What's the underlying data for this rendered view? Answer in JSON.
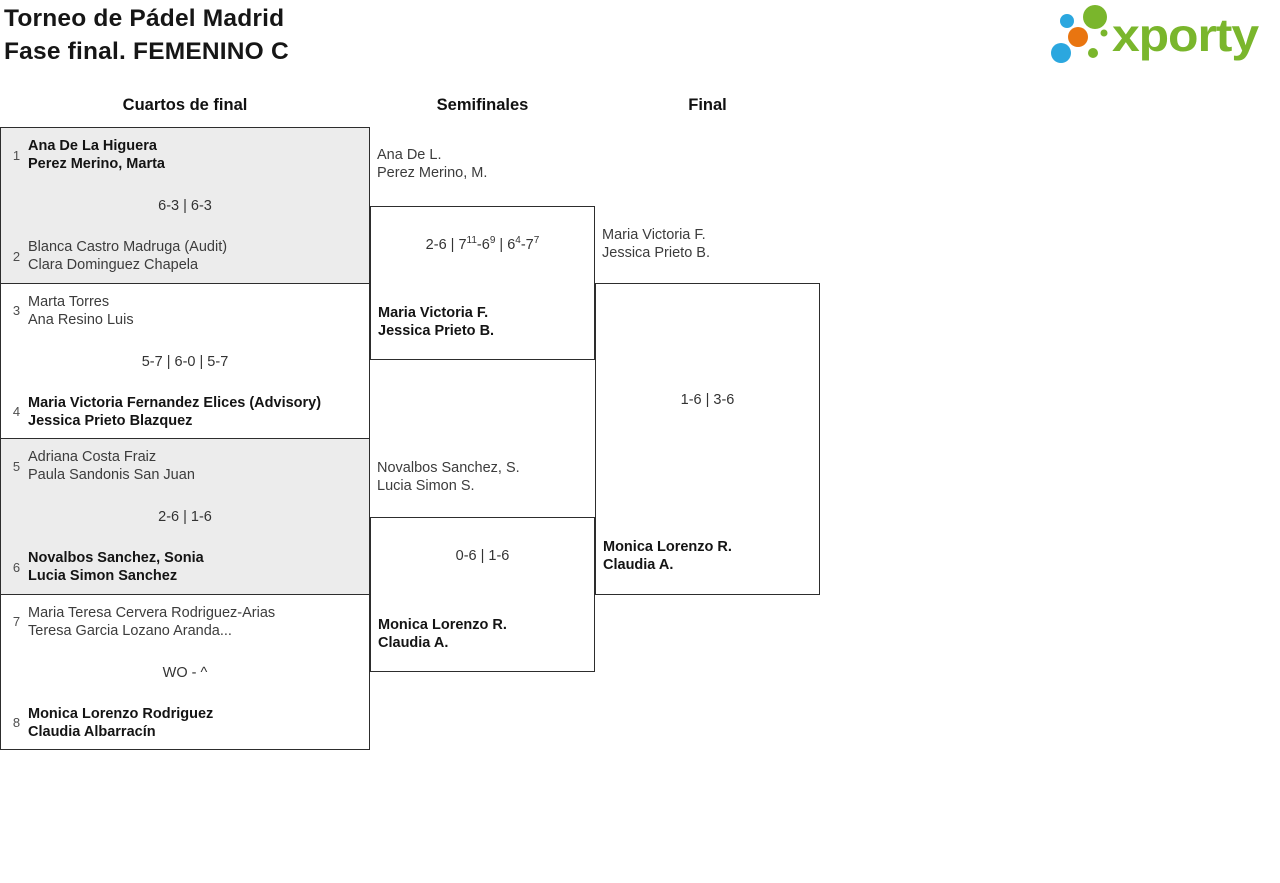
{
  "header": {
    "title_line1": "Torneo de Pádel Madrid",
    "title_line2": "Fase final. FEMENINO C",
    "logo": {
      "brand": "xporty",
      "colors": {
        "green": "#7ab62c",
        "blue": "#2ba7df",
        "orange": "#e97510"
      }
    }
  },
  "round_headers": {
    "qf": "Cuartos de final",
    "sf": "Semifinales",
    "final": "Final"
  },
  "qf": [
    {
      "seed1": "1",
      "team1": {
        "line1": "Ana De La Higuera",
        "line2": "Perez Merino, Marta",
        "winner": true
      },
      "score": "6-3 | 6-3",
      "seed2": "2",
      "team2": {
        "line1": "Blanca Castro Madruga (Audit)",
        "line2": "Clara Dominguez Chapela",
        "winner": false
      }
    },
    {
      "seed1": "3",
      "team1": {
        "line1": "Marta Torres",
        "line2": "Ana Resino Luis",
        "winner": false
      },
      "score": "5-7 | 6-0 | 5-7",
      "seed2": "4",
      "team2": {
        "line1": "Maria Victoria Fernandez Elices (Advisory)",
        "line2": "Jessica Prieto Blazquez",
        "winner": true
      }
    },
    {
      "seed1": "5",
      "team1": {
        "line1": "Adriana Costa Fraiz",
        "line2": "Paula Sandonis San Juan",
        "winner": false
      },
      "score": "2-6 | 1-6",
      "seed2": "6",
      "team2": {
        "line1": "Novalbos Sanchez, Sonia",
        "line2": "Lucia Simon Sanchez",
        "winner": true
      }
    },
    {
      "seed1": "7",
      "team1": {
        "line1": "Maria Teresa Cervera Rodriguez-Arias",
        "line2": "Teresa Garcia Lozano Aranda...",
        "winner": false
      },
      "score": "WO - ^",
      "seed2": "8",
      "team2": {
        "line1": "Monica Lorenzo Rodriguez",
        "line2": "Claudia Albarracín",
        "winner": true
      }
    }
  ],
  "sf": [
    {
      "team1": {
        "line1": "Ana De L.",
        "line2": "Perez Merino, M.",
        "winner": false
      },
      "score_parts": [
        "2-6 | 7",
        "11",
        "-6",
        "9",
        " | 6",
        "4",
        "-7",
        "7"
      ],
      "team2": {
        "line1": "Maria Victoria F.",
        "line2": "Jessica Prieto B.",
        "winner": true
      }
    },
    {
      "team1": {
        "line1": "Novalbos Sanchez, S.",
        "line2": "Lucia Simon S.",
        "winner": false
      },
      "score": "0-6 | 1-6",
      "team2": {
        "line1": "Monica Lorenzo R.",
        "line2": "Claudia A.",
        "winner": true
      }
    }
  ],
  "final": {
    "team1": {
      "line1": "Maria Victoria F.",
      "line2": "Jessica Prieto B.",
      "winner": false
    },
    "score": "1-6 | 3-6",
    "team2": {
      "line1": "Monica Lorenzo R.",
      "line2": "Claudia A.",
      "winner": true
    }
  }
}
